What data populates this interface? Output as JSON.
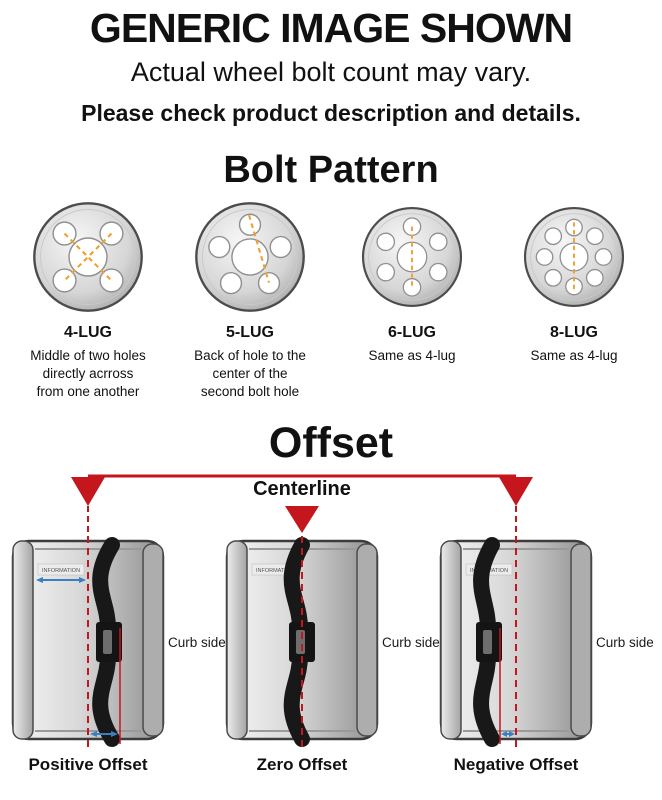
{
  "header": {
    "title": "GENERIC IMAGE SHOWN",
    "subtitle": "Actual wheel bolt count may vary.",
    "note": "Please check product description and details."
  },
  "bolt_pattern": {
    "title": "Bolt Pattern",
    "items": [
      {
        "label": "4-LUG",
        "description": "Middle of two holes directly acrross from one another"
      },
      {
        "label": "5-LUG",
        "description": "Back of hole to the center of the second bolt hole"
      },
      {
        "label": "6-LUG",
        "description": "Same as 4-lug"
      },
      {
        "label": "8-LUG",
        "description": "Same as 4-lug"
      }
    ]
  },
  "offset": {
    "title": "Offset",
    "centerline_label": "Centerline",
    "curb_side_label": "Curb side",
    "rim_text": "INFORMATION",
    "items": [
      {
        "label": "Positive Offset"
      },
      {
        "label": "Zero Offset"
      },
      {
        "label": "Negative Offset"
      }
    ]
  },
  "colors": {
    "accent_red": "#c4161c",
    "measure_orange": "#f0a030",
    "arrow_blue": "#3a7fc1",
    "wheel_gray": "#d6d6d6"
  }
}
